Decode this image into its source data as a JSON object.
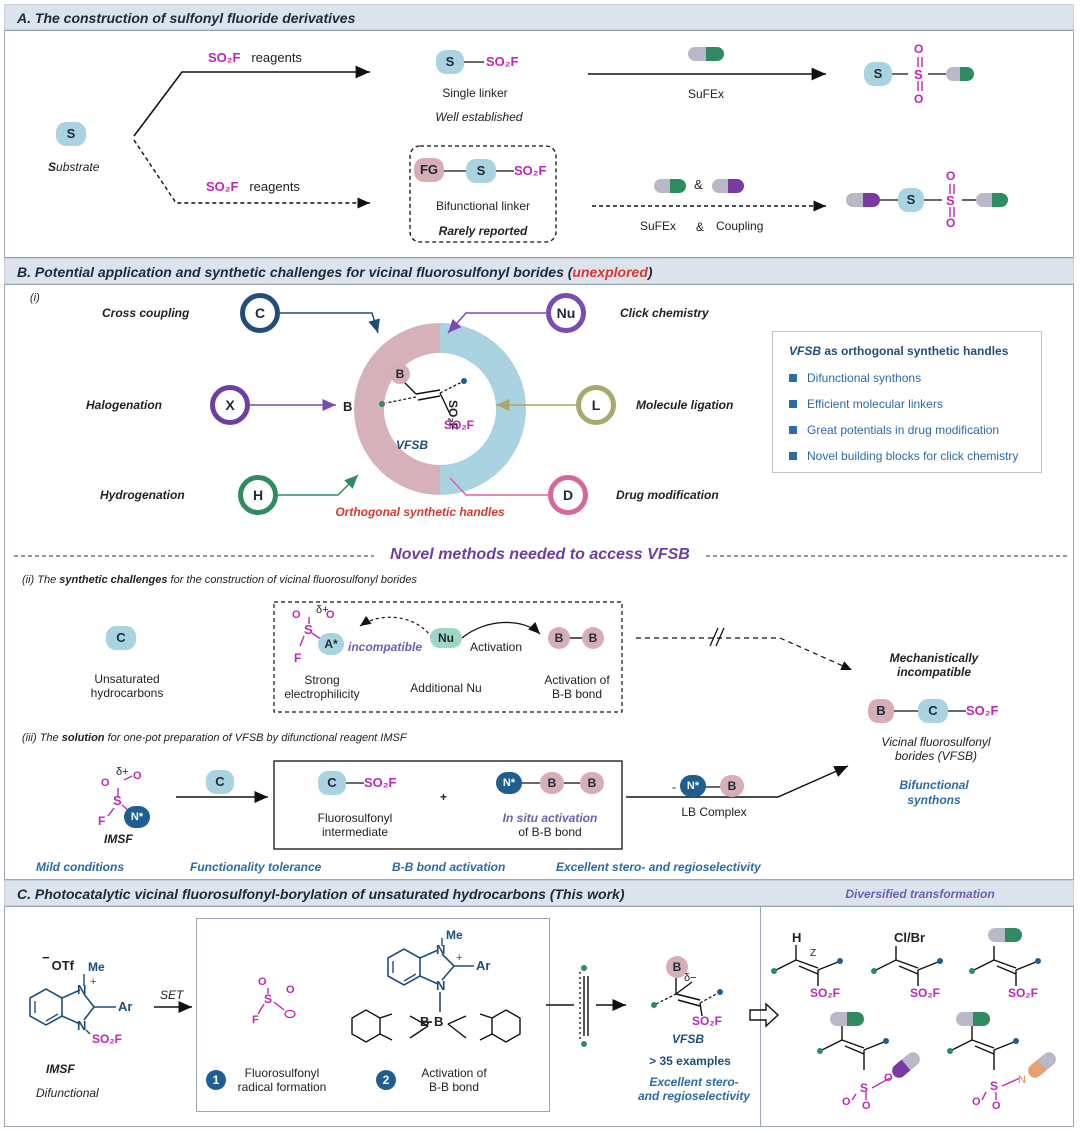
{
  "sectionA": {
    "title": "A. The construction of sulfonyl fluoride derivatives",
    "reagents_label_1": "SO₂F",
    "reagents_label_1_tail": "reagents",
    "reagents_label_2": "SO₂F",
    "reagents_label_2_tail": "reagents",
    "substrate_pill": "S",
    "substrate_caption_bold": "S",
    "substrate_caption_rest": "ubstrate",
    "single_pill_s": "S",
    "single_pill_so2f": "SO₂F",
    "single_linker": "Single linker",
    "well_established": "Well established",
    "sufex_label": "SuFEx",
    "product_s": "S",
    "bif_fg": "FG",
    "bif_s": "S",
    "bif_so2f": "SO₂F",
    "bifunctional_linker": "Bifunctional linker",
    "rarely_reported": "Rarely reported",
    "amp1": "&",
    "sufex2": "SuFEx",
    "amp2": "&",
    "coupling": "Coupling",
    "product2_s": "S"
  },
  "sectionB": {
    "title_main": "B. Potential application and synthetic challenges for vicinal fluorosulfonyl borides (",
    "title_red": "unexplored",
    "title_end": ")",
    "sub_i": "(i)",
    "cross_coupling": "Cross coupling",
    "halogenation": "Halogenation",
    "hydrogenation": "Hydrogenation",
    "click_chemistry": "Click chemistry",
    "molecule_ligation": "Molecule ligation",
    "drug_modification": "Drug modification",
    "ring_c": "C",
    "ring_x": "X",
    "ring_h": "H",
    "ring_nu": "Nu",
    "ring_l": "L",
    "ring_d": "D",
    "donut_b": "B",
    "donut_so2f": "SO₂F",
    "center_b": "B",
    "center_so2f": "SO₂F",
    "vfsb": "VFSB",
    "orthogonal": "Orthogonal synthetic handles",
    "box_title_1": "VFSB",
    "box_title_2": " as orthogonal synthetic handles",
    "box_items": [
      "Difunctional synthons",
      "Efficient molecular linkers",
      "Great potentials in drug modification",
      "Novel building blocks for click chemistry"
    ],
    "novel_methods": "Novel methods needed to access VFSB",
    "ii_pre": "(ii) The ",
    "ii_bold": "synthetic challenges",
    "ii_post": " for the construction of vicinal fluorosulfonyl borides",
    "c_pill": "C",
    "unsat_1": "Unsaturated",
    "unsat_2": "hydrocarbons",
    "delta": "δ+",
    "s_atom": "S",
    "f_atom": "F",
    "a_star": "A*",
    "incompatible": "incompatible",
    "nu_pill": "Nu",
    "activation": "Activation",
    "b1": "B",
    "b2": "B",
    "strong_1": "Strong",
    "strong_2": "electrophilicity",
    "additional_nu": "Additional Nu",
    "act_bb_1": "Activation of",
    "act_bb_2": "B-B bond",
    "mech_1": "Mechanistically",
    "mech_2": "incompatible",
    "vfsb_b": "B",
    "vfsb_c": "C",
    "vfsb_so2f": "SO₂F",
    "vfsb_name_1": "Vicinal fluorosulfonyl",
    "vfsb_name_2": "borides (VFSB)",
    "bifunctional_1": "Bifunctional",
    "bifunctional_2": "synthons",
    "iii_pre": "(iii) The ",
    "iii_bold": "solution",
    "iii_post": " for one-pot preparation of VFSB by difunctional reagent IMSF",
    "imsf_delta": "δ+",
    "imsf_n": "N*",
    "imsf_label": "IMSF",
    "arrow_c": "C",
    "int_c": "C",
    "int_so2f": "SO₂F",
    "fs_int_1": "Fluorosulfonyl",
    "fs_int_2": "intermediate",
    "plus": "+",
    "insitu_n": "N*",
    "insitu_b1": "B",
    "insitu_b2": "B",
    "insitu_1": "In situ activation",
    "insitu_2": "of B-B bond",
    "minus": "-",
    "lb_n": "N*",
    "lb_b": "B",
    "lb_complex": "LB Complex",
    "feat_1": "Mild conditions",
    "feat_2": "Functionality tolerance",
    "feat_3": "B-B bond activation",
    "feat_4": "Excellent stero- and regioselectivity"
  },
  "sectionC": {
    "title": "C. Photocatalytic vicinal fluorosulfonyl-borylation of unsaturated hydrocarbons (This work)",
    "diversified": "Diversified transformation",
    "otf": "OTf",
    "me": "Me",
    "n": "N",
    "ar": "Ar",
    "so2f": "SO₂F",
    "imsf": "IMSF",
    "difunctional": "Difunctional",
    "set": "SET",
    "num1": "1",
    "num2": "2",
    "fs_radical_1": "Fluorosulfonyl",
    "fs_radical_2": "radical formation",
    "act_bb_1": "Activation of",
    "act_bb_2": "B-B bond",
    "vfsb": "VFSB",
    "examples": "> 35 examples",
    "excellent_1": "Excellent stero-",
    "excellent_2": "and regioselectivity",
    "h_label": "H",
    "z_label": "Z",
    "clbr": "Cl/Br",
    "b_label": "B",
    "delta_minus": "δ−",
    "o": "O",
    "s": "S",
    "f": "F"
  },
  "colors": {
    "magenta": "#c026b5",
    "lightblue": "#a9d3e1",
    "pink": "#d7aeb5",
    "green": "#2e8b62",
    "navy": "#1f4e79",
    "purple": "#6d3fa3",
    "olive": "#a7a869",
    "rose": "#d6679b",
    "band": "#dde3ec"
  }
}
